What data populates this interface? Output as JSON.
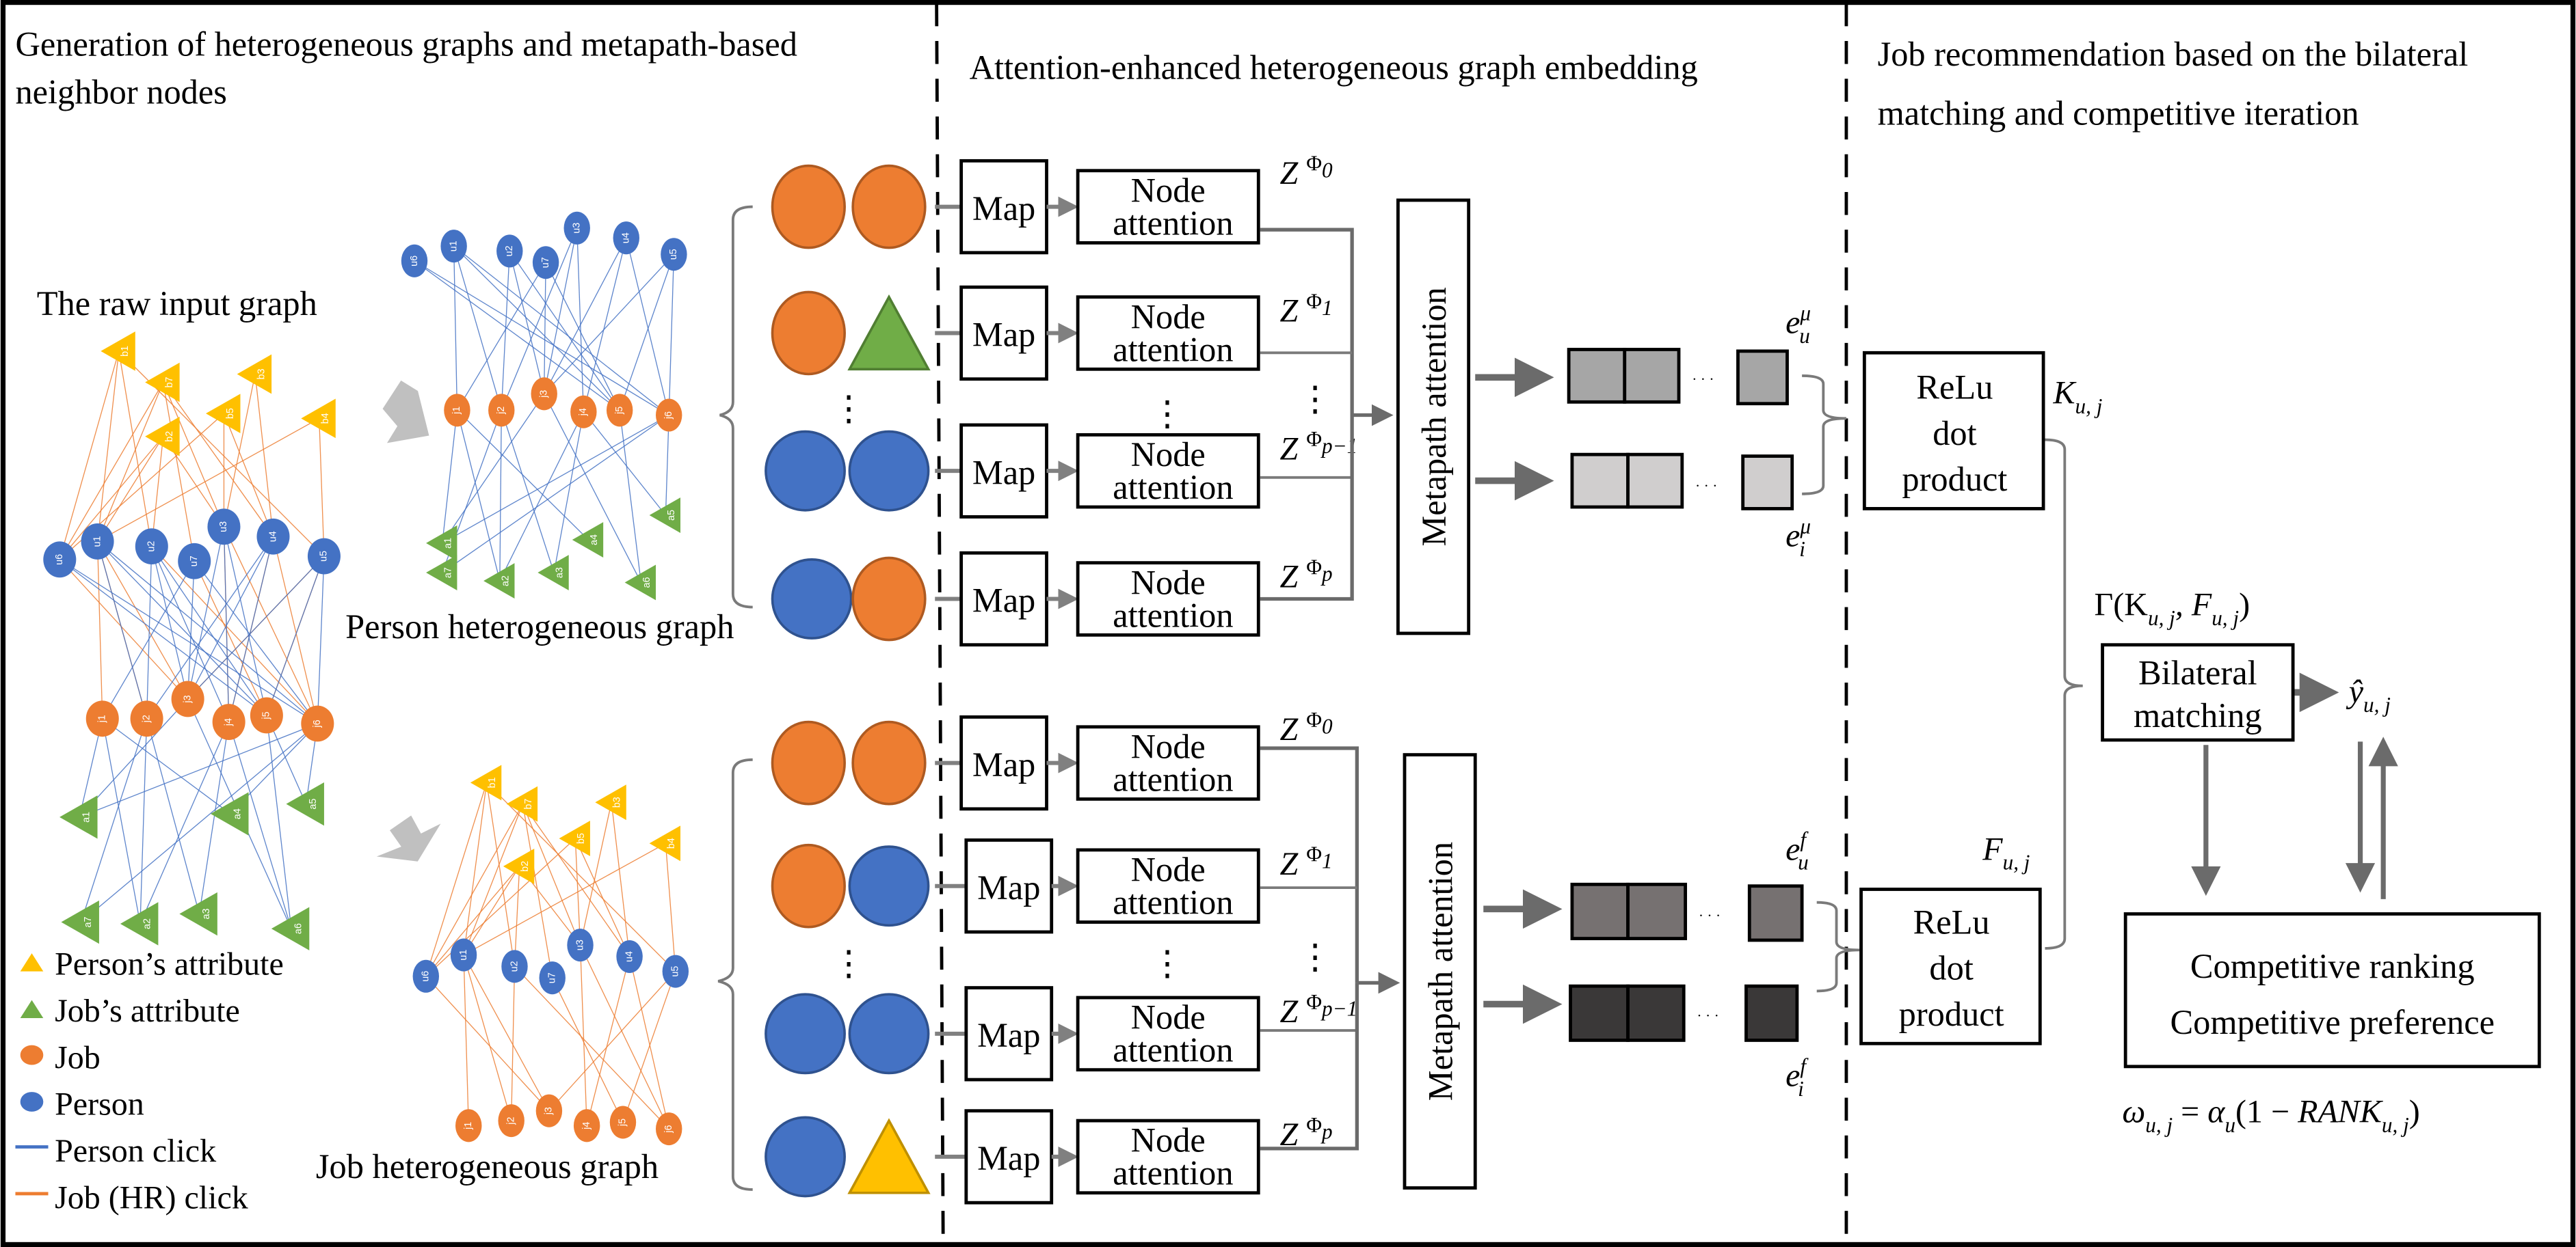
{
  "colors": {
    "person": "#4472C4",
    "person_stroke": "#2F528F",
    "job": "#ED7D31",
    "job_stroke": "#AE5A21",
    "person_attr": "#FFC000",
    "person_attr_stroke": "#BF9000",
    "job_attr": "#70AD47",
    "job_attr_stroke": "#507E32",
    "arrow_gray": "#C0C0C0",
    "connector_gray": "#6B6B6B",
    "embed_u_mu": "#A6A6A6",
    "embed_i_mu": "#D0CECE",
    "embed_u_f": "#767171",
    "embed_i_f": "#3A3838"
  },
  "sections": {
    "left_title_line1": "Generation of heterogeneous graphs and metapath-based",
    "left_title_line2": "neighbor nodes",
    "middle_title": "Attention-enhanced heterogeneous graph embedding",
    "right_title_line1": "Job recommendation based on the bilateral",
    "right_title_line2": "matching and competitive iteration"
  },
  "graphs": {
    "raw_input_label": "The raw input graph",
    "person_graph_label": "Person heterogeneous graph",
    "job_graph_label": "Job heterogeneous graph",
    "persons": [
      "u6",
      "u1",
      "u2",
      "u7",
      "u3",
      "u4",
      "u5"
    ],
    "jobs": [
      "j1",
      "j2",
      "j3",
      "j4",
      "j5",
      "j6"
    ],
    "person_attrs_top": [
      "b1",
      "b7",
      "b3",
      "b5",
      "b2",
      "b4"
    ],
    "job_attrs": [
      "a1",
      "a4",
      "a5",
      "a7",
      "a2",
      "a3",
      "a6"
    ]
  },
  "legend": {
    "items": [
      {
        "shape": "triangle",
        "color": "#FFC000",
        "label": "Person’s attribute"
      },
      {
        "shape": "triangle",
        "color": "#70AD47",
        "label": "Job’s attribute"
      },
      {
        "shape": "ellipse",
        "color": "#ED7D31",
        "label": "Job"
      },
      {
        "shape": "ellipse",
        "color": "#4472C4",
        "label": "Person"
      },
      {
        "shape": "line",
        "color": "#4472C4",
        "label": "Person click"
      },
      {
        "shape": "line",
        "color": "#ED7D31",
        "label": "Job (HR) click"
      }
    ]
  },
  "embedding": {
    "map_label": "Map",
    "node_attention_line1": "Node",
    "node_attention_line2": "attention",
    "metapath_attention_label": "Metapath attention",
    "z_symbol": "Z",
    "phi": "Φ",
    "metapath_subscripts": [
      "0",
      "1",
      "p−1",
      "p"
    ],
    "ellipsis": "⋮",
    "hdots": "· · ·",
    "top_metapaths": [
      [
        "job",
        "job"
      ],
      [
        "job",
        "job_attr"
      ],
      [
        "person",
        "person"
      ],
      [
        "person",
        "job"
      ]
    ],
    "bottom_metapaths": [
      [
        "job",
        "job"
      ],
      [
        "job",
        "person"
      ],
      [
        "person",
        "person"
      ],
      [
        "person",
        "person_attr"
      ]
    ],
    "e_u_mu": {
      "base": "e",
      "sup": "μ",
      "sub": "u"
    },
    "e_i_mu": {
      "base": "e",
      "sup": "μ",
      "sub": "i"
    },
    "e_u_f": {
      "base": "e",
      "sup": "f",
      "sub": "u"
    },
    "e_i_f": {
      "base": "e",
      "sup": "f",
      "sub": "i"
    }
  },
  "recommendation": {
    "relu_line1": "ReLu",
    "relu_line2": "dot",
    "relu_line3": "product",
    "k_label": {
      "base": "K",
      "sub": "u, j"
    },
    "f_label": {
      "base": "F",
      "sub": "u, j"
    },
    "gamma_label": "Γ(K",
    "gamma_mid": ", F",
    "gamma_end": ")",
    "gamma_sub": "u, j",
    "bilateral_line1": "Bilateral",
    "bilateral_line2": "matching",
    "y_hat": {
      "base": "ŷ",
      "sub": "u, j"
    },
    "competitive_line1": "Competitive ranking",
    "competitive_line2": "Competitive preference",
    "omega_formula": {
      "omega": "ω",
      "omega_sub": "u, j",
      "eq": " = ",
      "alpha": "α",
      "alpha_sub": "u",
      "mid": "(1 − ",
      "rank": "RANK",
      "rank_sub": "u, j",
      "close": ")"
    }
  }
}
